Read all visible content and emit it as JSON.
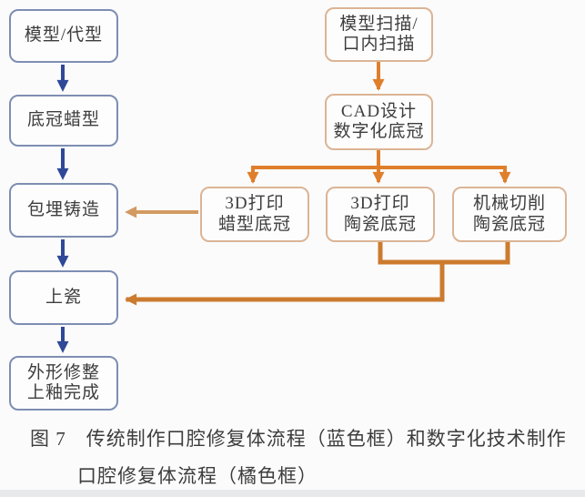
{
  "colors": {
    "background": "#fbfbfc",
    "box_fill": "#fdfdfe",
    "text": "#3d3d3d",
    "blue_box_border": "#7e8eb2",
    "blue_arrow": "#2f4897",
    "orange_box_border": "#dcb494",
    "orange_arrow": "#df7f2b",
    "orange_arrow_light": "#d29a62",
    "orange_merge": "#cc7b2e",
    "bottom_strip": "#e8e9eb"
  },
  "flow": {
    "traditional": {
      "nodes": [
        {
          "id": "model-die",
          "label": "模型/代型"
        },
        {
          "id": "coping-wax-pattern",
          "label": "底冠蜡型"
        },
        {
          "id": "investment-casting",
          "label": "包埋铸造"
        },
        {
          "id": "porcelain-veneering",
          "label": "上瓷"
        },
        {
          "id": "contour-glaze-finish",
          "label": "外形修整\n上釉完成"
        }
      ]
    },
    "digital": {
      "nodes": [
        {
          "id": "model-scan-intraoral-scan",
          "label": "模型扫描/\n口内扫描"
        },
        {
          "id": "cad-design-digital-coping",
          "label": "CAD设计\n数字化底冠"
        },
        {
          "id": "print-wax-coping",
          "label": "3D打印\n蜡型底冠"
        },
        {
          "id": "print-ceramic-coping",
          "label": "3D打印\n陶瓷底冠"
        },
        {
          "id": "milled-ceramic-coping",
          "label": "机械切削\n陶瓷底冠"
        }
      ]
    }
  },
  "caption": {
    "line1": "图 7　传统制作口腔修复体流程（蓝色框）和数字化技术制作",
    "line2": "口腔修复体流程（橘色框）"
  }
}
